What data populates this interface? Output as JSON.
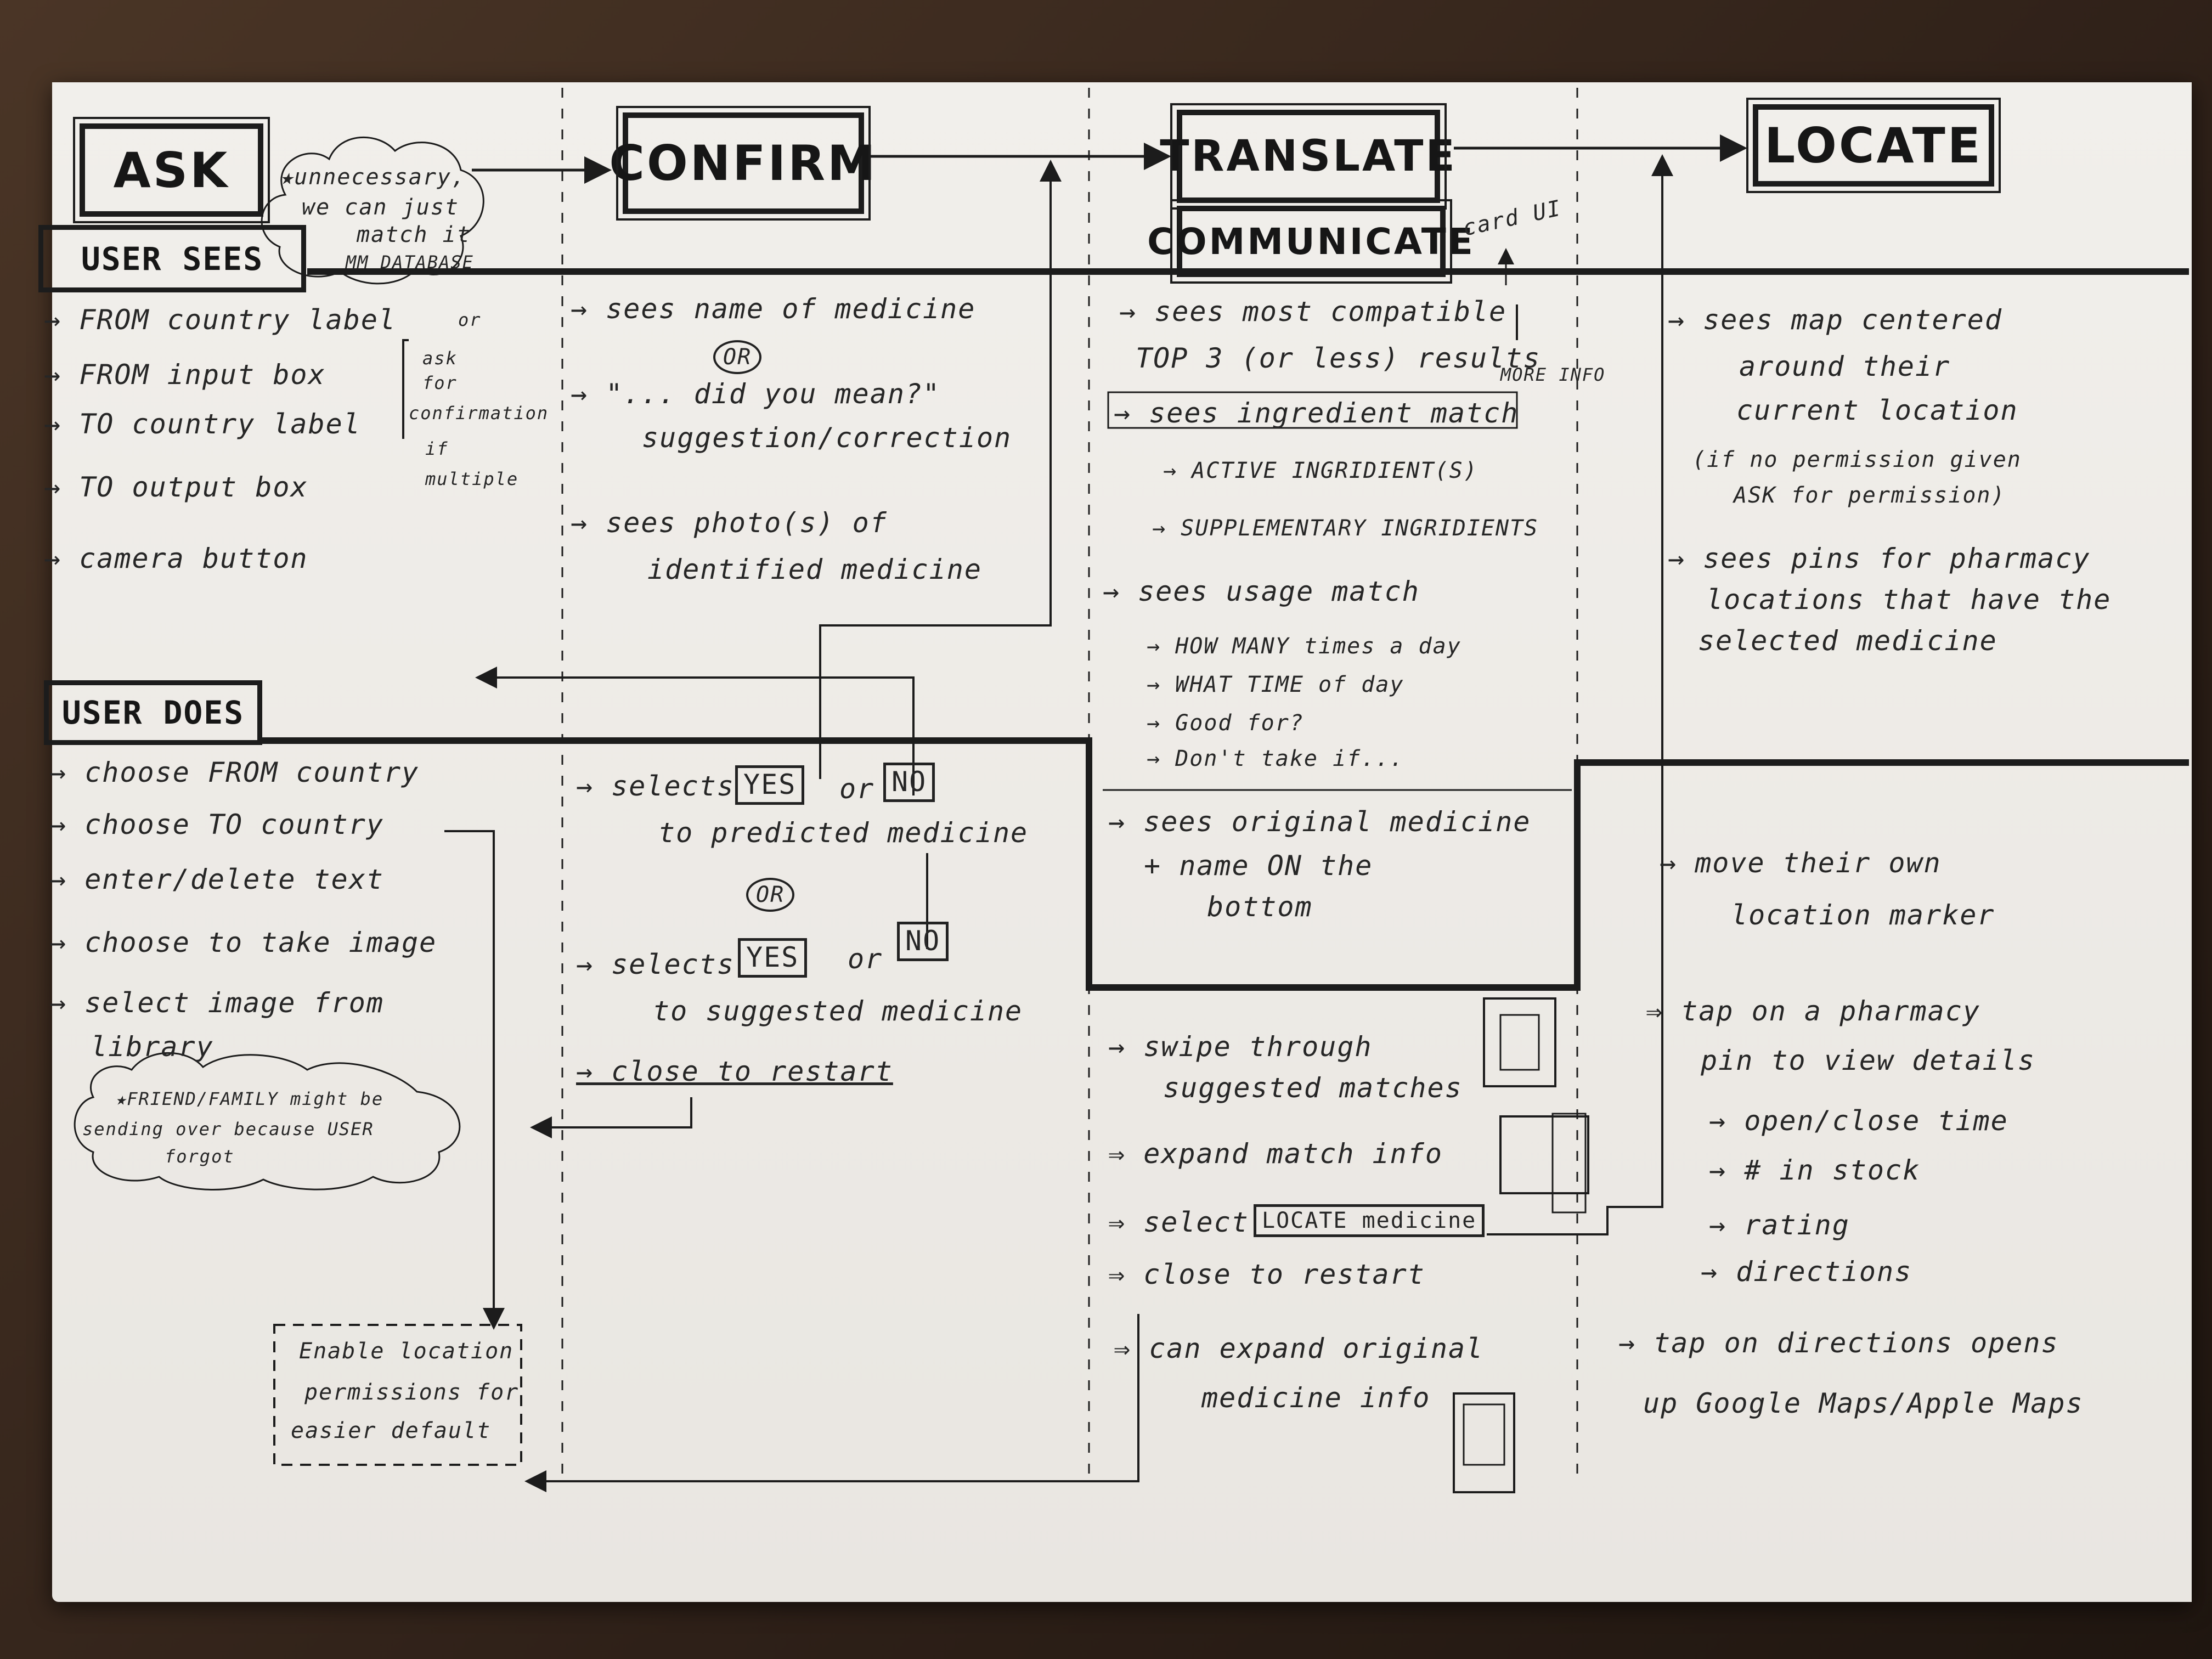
{
  "stages": {
    "ask": "ASK",
    "confirm": "CONFIRM",
    "translate": "TRANSLATE",
    "communicate": "COMMUNICATE",
    "locate": "LOCATE"
  },
  "rows": {
    "user_sees": "USER SEES",
    "user_does": "USER DOES"
  },
  "cloud_notes": {
    "database": [
      "★unnecessary,",
      "we  can just",
      "match it",
      "MM DATABASE"
    ],
    "friend": [
      "★FRIEND/FAMILY might be",
      "sending over because USER",
      "forgot"
    ]
  },
  "card_ui_note": "card UI",
  "more_info_note": "MORE INFO",
  "ask_sees": [
    "→ FROM country label",
    "→ FROM input box",
    "→ TO country label",
    "→ TO output box",
    "→ camera button"
  ],
  "ask_bracket_note": [
    "or",
    "ask",
    "for",
    "confirmation",
    "if",
    "multiple"
  ],
  "confirm_sees": [
    "→ sees name of medicine",
    "OR",
    "→ \"... did you mean?\"",
    "suggestion/correction",
    "→ sees photo(s) of",
    "identified medicine"
  ],
  "translate_sees": [
    "→ sees most compatible",
    "TOP 3 (or less) results",
    "→ sees ingredient match",
    "→ ACTIVE INGRIDIENT(S)",
    "→ SUPPLEMENTARY INGRIDIENTS",
    "→ sees usage match",
    "→ HOW MANY times a day",
    "→ WHAT TIME of day",
    "→ Good for?",
    "→ Don't take if...",
    "→ sees original medicine",
    "+ name ON the",
    "bottom"
  ],
  "locate_sees": [
    "→ sees map centered",
    "around their",
    "current location",
    "(if no permission given",
    "ASK for permission)",
    "→ sees pins for pharmacy",
    "locations that have the",
    "selected medicine"
  ],
  "ask_does": [
    "→ choose FROM country",
    "→ choose TO country",
    "→ enter/delete text",
    "→ choose to take image",
    "→ select image from",
    "library"
  ],
  "confirm_does": {
    "select": "→ selects",
    "yes": "YES",
    "or_word": "or",
    "no": "NO",
    "predicted": "to predicted medicine",
    "or_circle": "OR",
    "suggested": "to suggested medicine",
    "close": "→ close to restart"
  },
  "translate_does": {
    "swipe": [
      "→ swipe through",
      "suggested matches"
    ],
    "expand": "⇒ expand match info",
    "select": "⇒ select",
    "locate_btn": "LOCATE medicine",
    "close": "⇒ close to restart",
    "can_expand": [
      "⇒ can expand original",
      "medicine info"
    ]
  },
  "locate_does": [
    "→ move their own",
    "location marker",
    "⇒ tap on a pharmacy",
    "pin to view details",
    "→ open/close time",
    "→ # in stock",
    "→ rating",
    "→ directions",
    "→ tap on directions opens",
    "up Google Maps/Apple Maps"
  ],
  "enable_location": [
    "Enable location",
    "permissions for",
    "easier default"
  ]
}
